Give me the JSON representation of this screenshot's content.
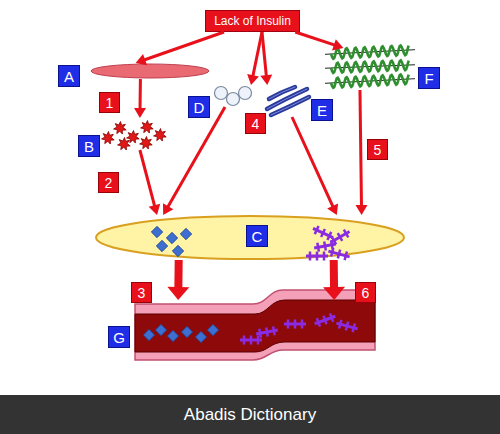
{
  "diagram": {
    "nodes": [
      {
        "text": [
          "Lack of Insulin"
        ]
      },
      {
        "text": [
          "A"
        ]
      },
      {
        "text": [
          "B"
        ]
      },
      {
        "text": [
          "D"
        ]
      },
      {
        "text": [
          "E"
        ]
      },
      {
        "text": [
          "F"
        ]
      },
      {
        "text": [
          "C"
        ]
      },
      {
        "text": [
          "G"
        ]
      }
    ],
    "edges": [
      {
        "from": 0,
        "to": 1,
        "arrow": "to"
      },
      {
        "from": 0,
        "to": 3,
        "arrow": "to"
      },
      {
        "from": 0,
        "to": 4,
        "arrow": "to"
      },
      {
        "from": 0,
        "to": 5,
        "arrow": "to"
      },
      {
        "from": 1,
        "to": 2,
        "label": "1",
        "arrow": "to"
      },
      {
        "from": 2,
        "to": 6,
        "label": "2",
        "arrow": "to"
      },
      {
        "from": 3,
        "to": 6,
        "arrow": "to"
      },
      {
        "from": 4,
        "to": 6,
        "arrow": "to"
      },
      {
        "from": 5,
        "to": 6,
        "label": "5",
        "arrow": "to"
      },
      {
        "from": 6,
        "to": 7,
        "label": "3",
        "arrow": "to"
      },
      {
        "from": 6,
        "to": 7,
        "label": "6",
        "arrow": "to"
      }
    ],
    "labels": [
      "4",
      "Abadis Dictionary"
    ]
  }
}
